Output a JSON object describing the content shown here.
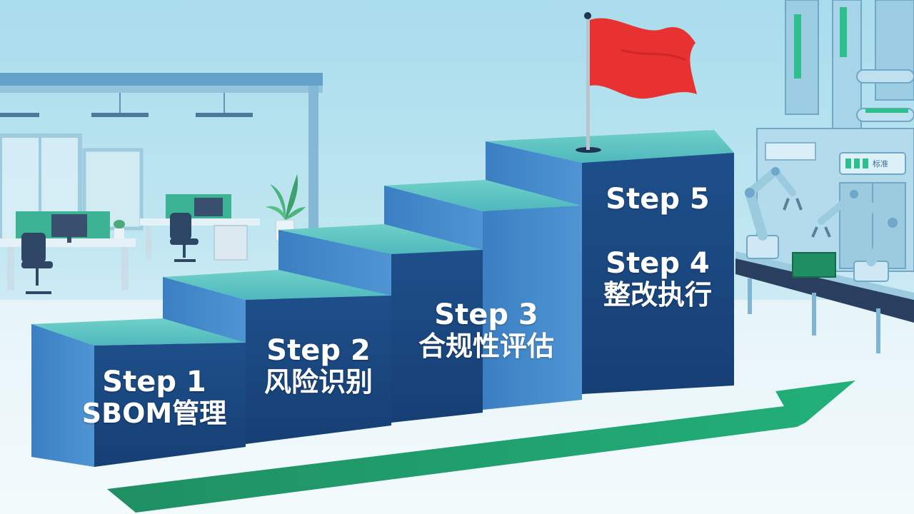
{
  "steps": [
    {
      "label": "Step 1",
      "caption": "SBOM管理"
    },
    {
      "label": "Step 2",
      "caption": "风险识别"
    },
    {
      "label": "Step 3",
      "caption": "合规性评估"
    },
    {
      "label": "Step 4",
      "caption": "整改执行"
    },
    {
      "label": "Step 5",
      "caption": ""
    }
  ],
  "factory": {
    "panel_text": "标准"
  },
  "colors": {
    "step_top": "#5ec7c4",
    "step_front": "#1c4f86",
    "step_side": "#3f86c8",
    "arrow": "#1f9d6b",
    "flag": "#e83232"
  }
}
